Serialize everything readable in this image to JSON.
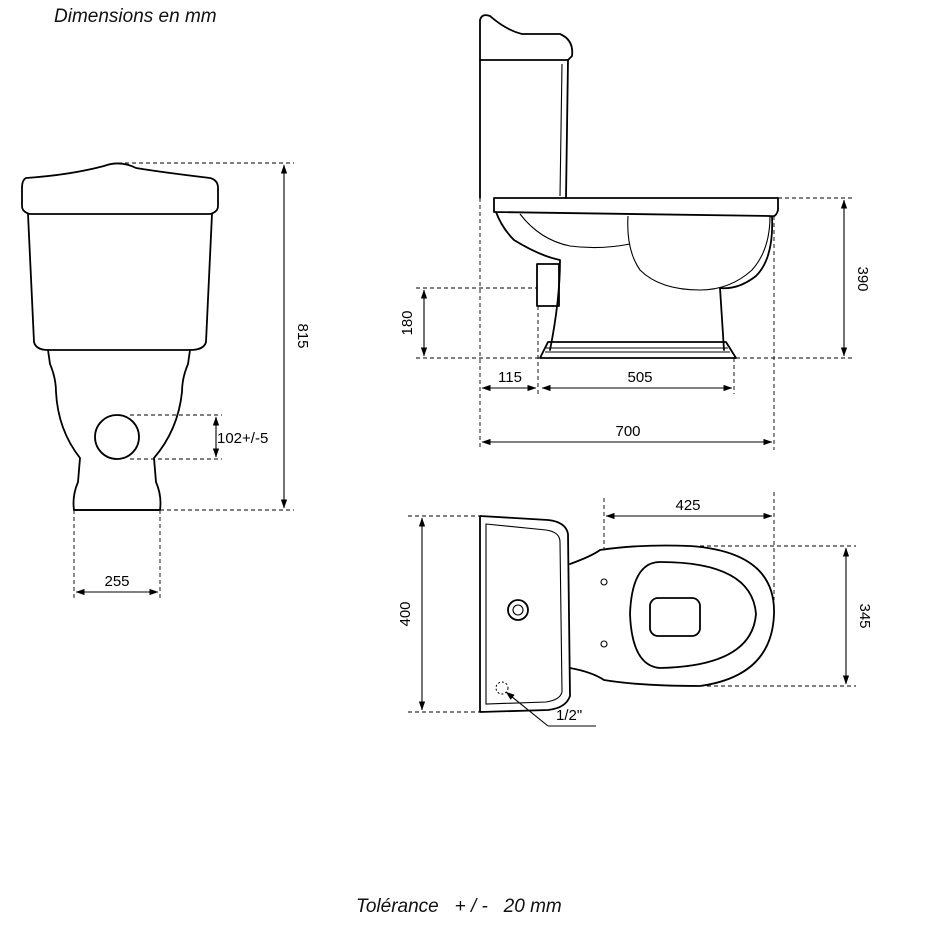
{
  "captions": {
    "units": "Dimensions en mm",
    "tolerance": "Tolérance   + / -   20 mm"
  },
  "dimensions": {
    "total_height": "815",
    "outlet_diameter": "102+/-5",
    "base_width": "255",
    "bowl_height": "390",
    "outlet_height": "180",
    "wall_to_outlet": "115",
    "outlet_to_front": "505",
    "total_depth": "700",
    "seat_depth": "425",
    "seat_width": "345",
    "tank_width": "400",
    "inlet_size": "1/2\""
  }
}
